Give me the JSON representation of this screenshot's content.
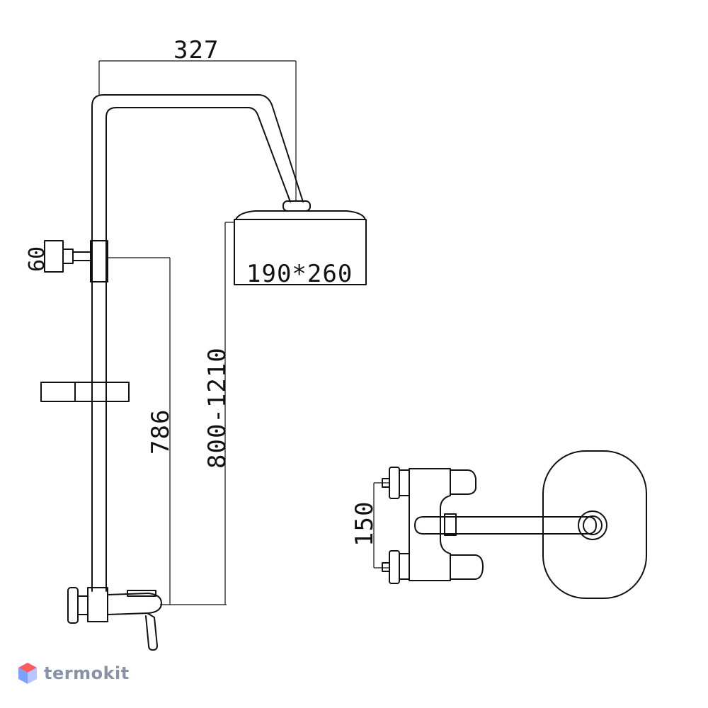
{
  "dimensions": {
    "arm_width": "327",
    "head_size": "190*260",
    "holder_size": "60",
    "rail_height": "786",
    "height_range": "800-1210",
    "connection_spacing": "150"
  },
  "logo": {
    "text": "termokit",
    "colors": {
      "top": "#ff5a5f",
      "left": "#7aa2ff",
      "right": "#b8c4ff"
    }
  },
  "colors": {
    "line": "#111111",
    "background": "#ffffff"
  }
}
